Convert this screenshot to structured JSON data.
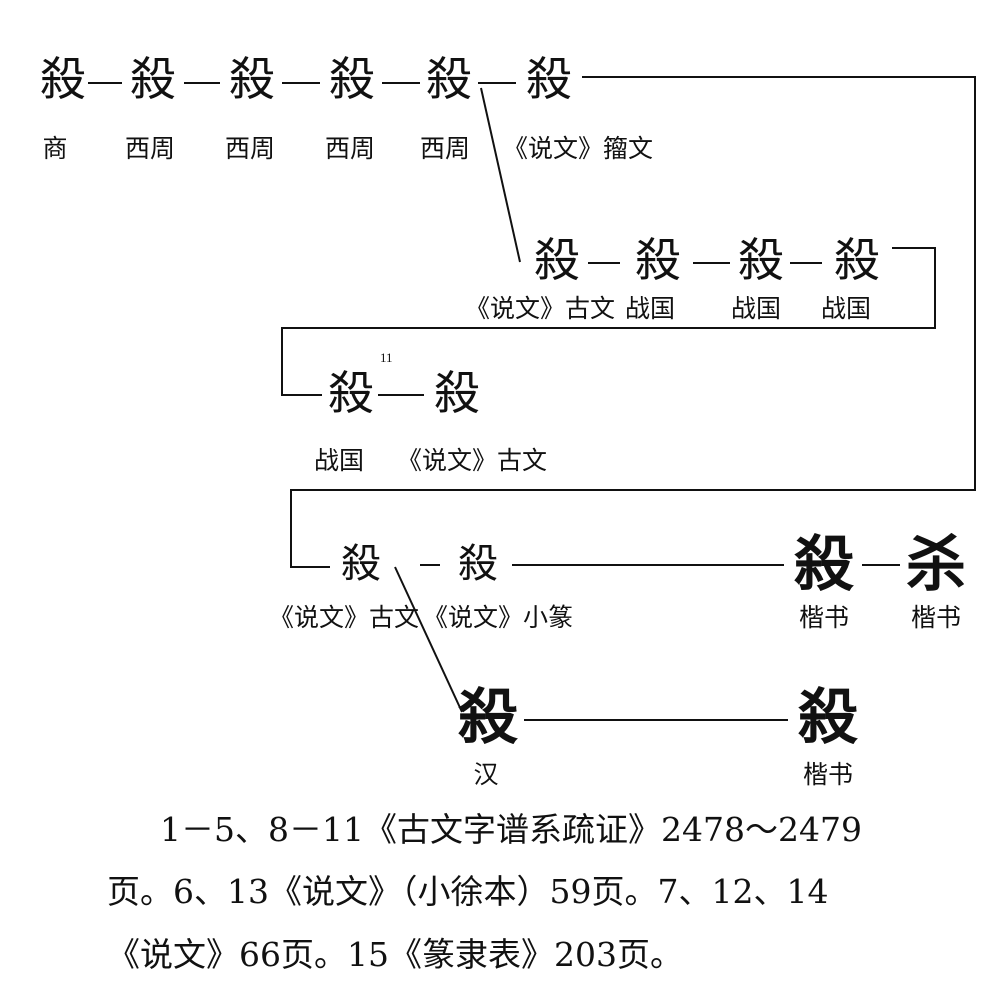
{
  "forms": [
    {
      "char": "殺",
      "label": "商"
    },
    {
      "char": "殺",
      "label": "西周"
    },
    {
      "char": "殺",
      "label": "西周"
    },
    {
      "char": "殺",
      "label": "西周"
    },
    {
      "char": "殺",
      "label": "西周"
    },
    {
      "char": "殺",
      "label": "《说文》籀文"
    },
    {
      "char": "殺",
      "label": "《说文》古文"
    },
    {
      "char": "殺",
      "label": "战国"
    },
    {
      "char": "殺",
      "label": "战国"
    },
    {
      "char": "殺",
      "label": "战国"
    },
    {
      "char": "殺",
      "label": "战国"
    },
    {
      "char": "殺",
      "label": "《说文》古文"
    },
    {
      "char": "殺",
      "label": "《说文》古文"
    },
    {
      "char": "殺",
      "label": "《说文》小篆"
    },
    {
      "char": "殺",
      "label": "楷书"
    },
    {
      "char": "杀",
      "label": "楷书"
    },
    {
      "char": "殺",
      "label": "汉"
    },
    {
      "char": "殺",
      "label": "楷书"
    }
  ],
  "index_marker": "11",
  "notes": [
    "1－5、8－11《古文字谱系疏证》2478～2479",
    "页。6、13《说文》（小徐本）59页。7、12、14",
    "《说文》66页。15《篆隶表》203页。"
  ]
}
